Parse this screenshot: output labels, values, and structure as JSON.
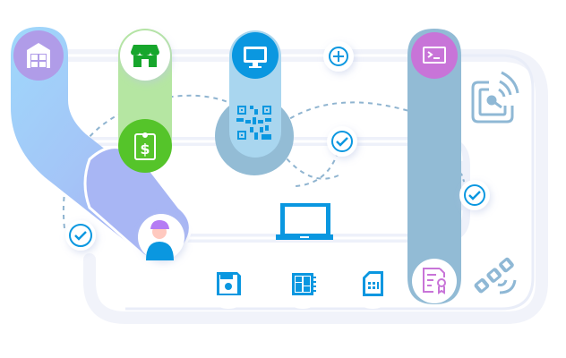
{
  "diagram": {
    "title": "",
    "colors": {
      "background": "#ffffff",
      "track": "#eef1f9",
      "dash": "#8fb4d0",
      "blue": "#0a97e0",
      "purple_pill_top": "#a8dcfb",
      "purple_pill_bottom": "#a6a8f3",
      "green_light": "#b5e6a2",
      "green": "#55c42a",
      "warehouse_circle": "#b09ce8",
      "steel": "#90bad4",
      "steel_light": "#a8d4ee",
      "magenta": "#c874d8"
    },
    "nodes": [
      {
        "id": "warehouse",
        "icon": "warehouse-icon"
      },
      {
        "id": "store",
        "icon": "storefront-icon"
      },
      {
        "id": "invoice",
        "icon": "clipboard-dollar-icon"
      },
      {
        "id": "desktop",
        "icon": "monitor-icon"
      },
      {
        "id": "qr",
        "icon": "qr-code-icon"
      },
      {
        "id": "add",
        "icon": "plus-circle-icon"
      },
      {
        "id": "check-1",
        "icon": "check-circle-icon"
      },
      {
        "id": "terminal",
        "icon": "terminal-icon"
      },
      {
        "id": "nfc",
        "icon": "nfc-tag-icon"
      },
      {
        "id": "check-2",
        "icon": "check-circle-icon"
      },
      {
        "id": "user",
        "icon": "user-avatar-icon"
      },
      {
        "id": "check-3",
        "icon": "check-circle-icon"
      },
      {
        "id": "laptop",
        "icon": "laptop-icon"
      },
      {
        "id": "floppy",
        "icon": "floppy-disk-icon"
      },
      {
        "id": "chip",
        "icon": "chip-icon"
      },
      {
        "id": "sim",
        "icon": "sim-card-icon"
      },
      {
        "id": "certificate",
        "icon": "certificate-icon"
      },
      {
        "id": "satellite",
        "icon": "satellite-icon"
      }
    ]
  }
}
